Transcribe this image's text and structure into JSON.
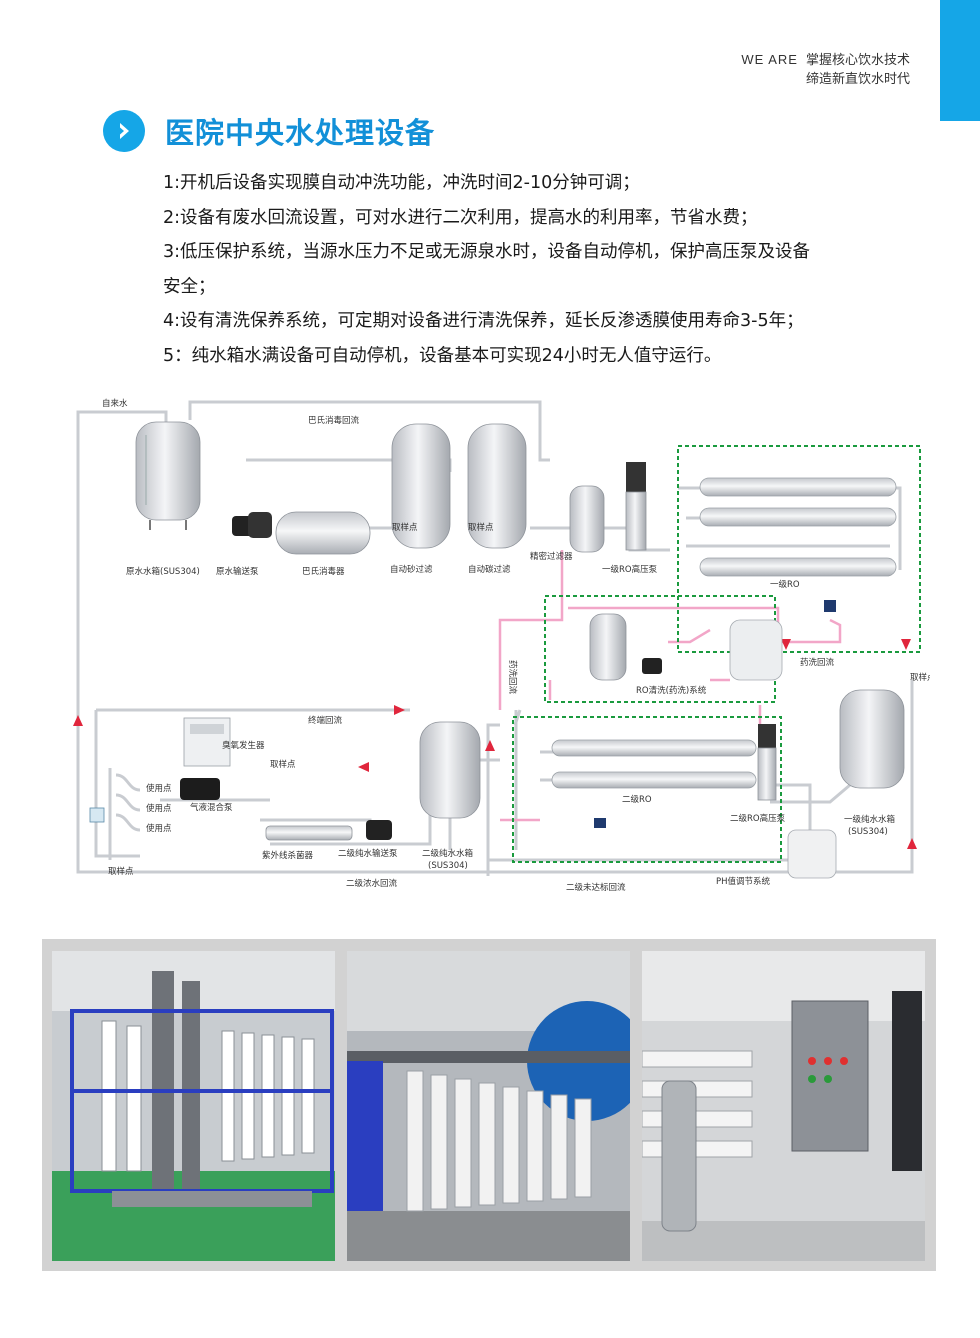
{
  "header": {
    "tagline_en": "WE ARE",
    "tagline_line1": "掌握核心饮水技术",
    "tagline_line2": "缔造新直饮水时代",
    "accent_color": "#15a6e7"
  },
  "title": {
    "text": "医院中央水处理设备",
    "icon": "chevron-right-icon",
    "color": "#1290d8"
  },
  "features": [
    "1:开机后设备实现膜自动冲洗功能，冲洗时间2-10分钟可调；",
    "2:设备有废水回流设置，可对水进行二次利用，提高水的利用率，节省水费；",
    "3:低压保护系统，当源水压力不足或无源泉水时，设备自动停机，保护高压泵及设备",
    "安全；",
    "4:设有清洗保养系统，可定期对设备进行清洗保养，延长反渗透膜使用寿命3-5年；",
    "5：纯水箱水满设备可自动停机，设备基本可实现24小时无人值守运行。"
  ],
  "diagram": {
    "labels": {
      "tap_water": "自来水",
      "pasteur_return": "巴氏消毒回流",
      "raw_tank": "原水水箱(SUS304)",
      "raw_pump": "原水输送泵",
      "pasteur_sterilizer": "巴氏消毒器",
      "sand_filter": "自动砂过滤",
      "carbon_filter": "自动碳过滤",
      "precision_filter": "精密过滤器",
      "ro1_pump": "一级RO高压泵",
      "ro1": "一级RO",
      "sampling_a": "取样点",
      "sampling_b": "取样点",
      "sampling_c": "取样点",
      "sampling_d": "取样点",
      "sampling_e": "取样点",
      "chem_wash_return_v": "药洗回流",
      "chem_wash_return": "药洗回流",
      "ro_clean": "RO清洗(药洗)系统",
      "terminal_return": "终端回流",
      "ozone": "臭氧发生器",
      "mix_pump": "气液混合泵",
      "use_point_a": "使用点",
      "use_point_b": "使用点",
      "use_point_c": "使用点",
      "uv": "紫外线杀菌器",
      "pure2_pump": "二级纯水输送泵",
      "pure2_tank": "二级纯水水箱",
      "pure2_tank_mat": "(SUS304)",
      "ro2": "二级RO",
      "ro2_pump": "二级RO高压泵",
      "pure1_tank": "一级纯水水箱",
      "pure1_tank_mat": "(SUS304)",
      "ph": "PH值调节系统",
      "conc2_return": "二级浓水回流",
      "ro2_reject_return": "二级未达标回流"
    }
  },
  "photos": [
    {
      "name": "ultrafiltration-rack-photo"
    },
    {
      "name": "membrane-array-photo"
    },
    {
      "name": "ro-control-cabinet-photo"
    }
  ]
}
